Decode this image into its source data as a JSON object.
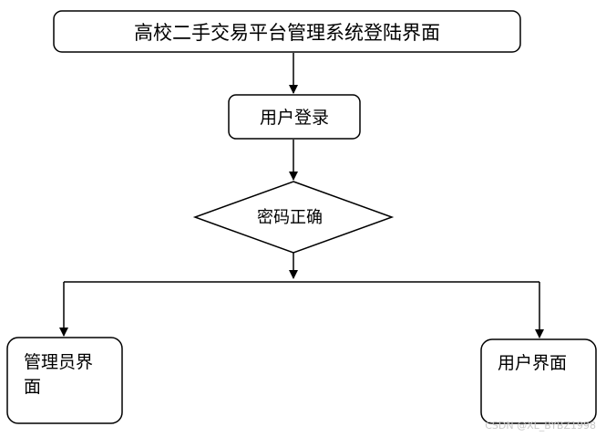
{
  "diagram": {
    "title_box": {
      "label": "高校二手交易平台管理系统登陆界面"
    },
    "login_box": {
      "label": "用户登录"
    },
    "decision": {
      "label": "密码正确"
    },
    "admin_box": {
      "label_line1": "管理员界",
      "label_line2": "面"
    },
    "user_box": {
      "label": "用户界面"
    }
  },
  "watermark": {
    "text": "CSDN @XL_BYBZ1998"
  },
  "colors": {
    "stroke": "#000000",
    "background": "#ffffff",
    "watermark": "#c8c8c8"
  }
}
